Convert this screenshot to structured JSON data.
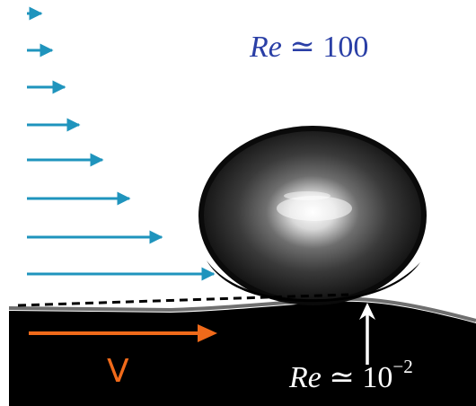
{
  "labels": {
    "re_top": {
      "symbol": "Re",
      "relation": "≃",
      "value": "100"
    },
    "re_bottom": {
      "symbol": "Re",
      "relation": "≃",
      "base": "10",
      "exponent": "−2"
    },
    "velocity": "V"
  },
  "colors": {
    "flow_arrows": "#1f94bd",
    "velocity_arrow": "#f06a1a",
    "re_top_text": "#2a3fa6",
    "background": "#ffffff",
    "substrate": "#000000"
  },
  "flow_profile": {
    "arrow_count": 8
  }
}
